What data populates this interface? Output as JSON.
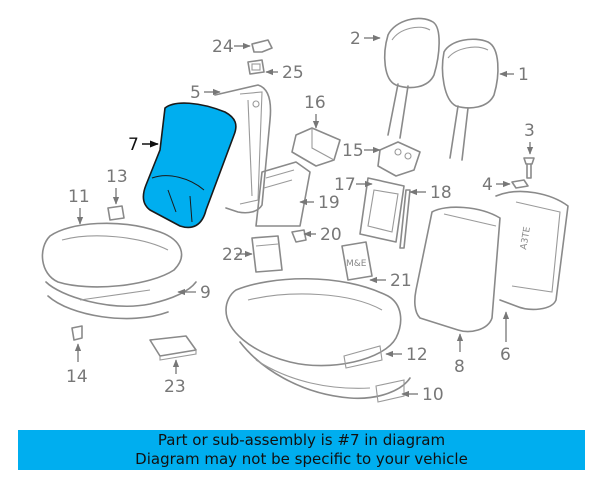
{
  "diagram": {
    "highlight_color": "#00aeef",
    "highlighted_part": "7",
    "callouts": {
      "c1": "1",
      "c2": "2",
      "c3": "3",
      "c4": "4",
      "c5": "5",
      "c6": "6",
      "c7": "7",
      "c8": "8",
      "c9": "9",
      "c10": "10",
      "c11": "11",
      "c12": "12",
      "c13": "13",
      "c14": "14",
      "c15": "15",
      "c16": "16",
      "c17": "17",
      "c18": "18",
      "c19": "19",
      "c20": "20",
      "c21": "21",
      "c22": "22",
      "c23": "23",
      "c24": "24",
      "c25": "25"
    },
    "stamps": {
      "part_a": "A3TE",
      "part_b": "M&E"
    }
  },
  "banner": {
    "line1": "Part or sub-assembly is #7 in diagram",
    "line2": "Diagram may not be specific to your vehicle",
    "background": "#00aeef"
  }
}
